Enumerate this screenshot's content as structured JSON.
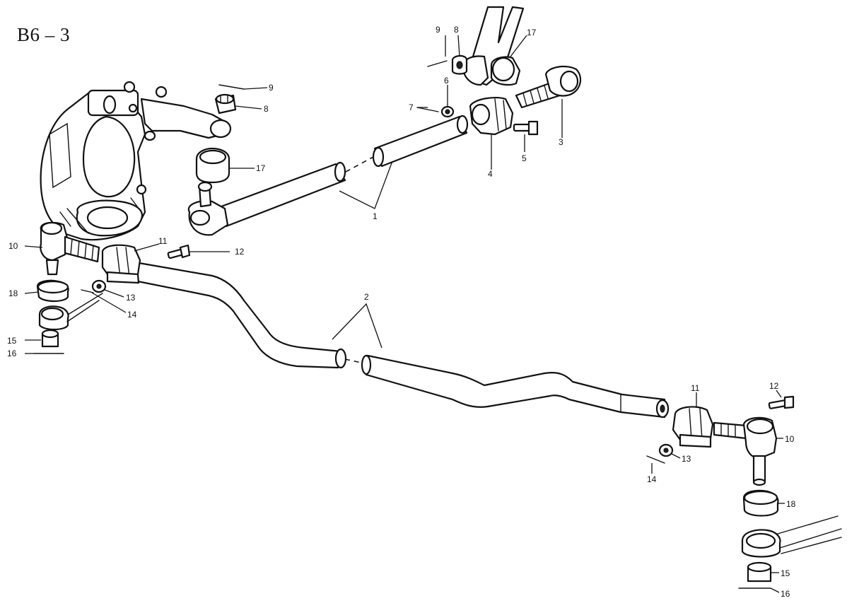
{
  "diagram": {
    "page_code": "B6 – 3",
    "labels": [
      {
        "id": "l9a",
        "text": "9"
      },
      {
        "id": "l8a",
        "text": "8"
      },
      {
        "id": "l17a",
        "text": "17"
      },
      {
        "id": "l6",
        "text": "6"
      },
      {
        "id": "l7",
        "text": "7"
      },
      {
        "id": "l3",
        "text": "3"
      },
      {
        "id": "l5",
        "text": "5"
      },
      {
        "id": "l4",
        "text": "4"
      },
      {
        "id": "l9b",
        "text": "9"
      },
      {
        "id": "l8b",
        "text": "8"
      },
      {
        "id": "l17b",
        "text": "17"
      },
      {
        "id": "l1",
        "text": "1"
      },
      {
        "id": "l10a",
        "text": "10"
      },
      {
        "id": "l11a",
        "text": "11"
      },
      {
        "id": "l12a",
        "text": "12"
      },
      {
        "id": "l18a",
        "text": "18"
      },
      {
        "id": "l13a",
        "text": "13"
      },
      {
        "id": "l14a",
        "text": "14"
      },
      {
        "id": "l15a",
        "text": "15"
      },
      {
        "id": "l16a",
        "text": "16"
      },
      {
        "id": "l2",
        "text": "2"
      },
      {
        "id": "l11b",
        "text": "11"
      },
      {
        "id": "l12b",
        "text": "12"
      },
      {
        "id": "l10b",
        "text": "10"
      },
      {
        "id": "l13b",
        "text": "13"
      },
      {
        "id": "l14b",
        "text": "14"
      },
      {
        "id": "l18b",
        "text": "18"
      },
      {
        "id": "l15b",
        "text": "15"
      },
      {
        "id": "l16b",
        "text": "16"
      }
    ]
  }
}
